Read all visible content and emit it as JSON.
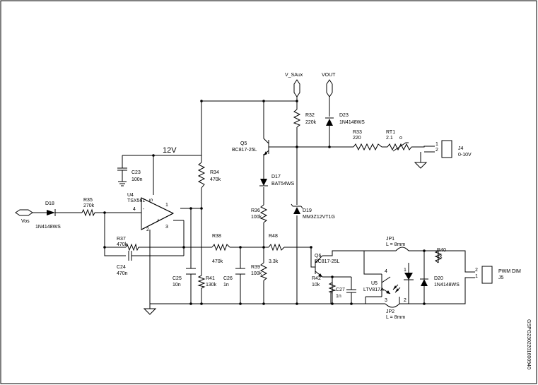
{
  "supply": {
    "v12": "12V",
    "vsaux": "V_SAux",
    "vout": "VOUT"
  },
  "parts": {
    "d18": {
      "ref": "D18",
      "val": "1N4148WS"
    },
    "r35": {
      "ref": "R35",
      "val": "270k"
    },
    "u4": {
      "ref": "U4",
      "val": "TSX561",
      "pin1": "1",
      "pin2": "2",
      "pin3": "3",
      "pin4": "4",
      "pin5": "5"
    },
    "c23": {
      "ref": "C23",
      "val": "100n"
    },
    "r37": {
      "ref": "R37",
      "val": "470k"
    },
    "c24": {
      "ref": "C24",
      "val": "470n"
    },
    "c25": {
      "ref": "C25",
      "val": "10n"
    },
    "r34": {
      "ref": "R34",
      "val": "470k"
    },
    "r38": {
      "ref": "R38",
      "val": "470k"
    },
    "r41": {
      "ref": "R41",
      "val": "130k"
    },
    "c26": {
      "ref": "C26",
      "val": "1n"
    },
    "q5": {
      "ref": "Q5",
      "val": "BC817-25L"
    },
    "d17": {
      "ref": "D17",
      "val": "BAT54WS"
    },
    "r36": {
      "ref": "R36",
      "val": "100k"
    },
    "r39": {
      "ref": "R39",
      "val": "100k"
    },
    "r48": {
      "ref": "R48",
      "val": "3.3k"
    },
    "r32": {
      "ref": "R32",
      "val": "220k"
    },
    "d19": {
      "ref": "D19",
      "val": "MM3Z12VT1G"
    },
    "d23": {
      "ref": "D23",
      "val": "1N4148WS"
    },
    "r33": {
      "ref": "R33",
      "val": "220"
    },
    "rt1": {
      "ref": "RT1",
      "val": "2.1"
    },
    "j4": {
      "ref": "J4",
      "val": "0-10V",
      "pin1": "1",
      "pin2": "2"
    },
    "q6": {
      "ref": "Q6",
      "val": "BC817-25L"
    },
    "r42": {
      "ref": "R42",
      "val": "10k"
    },
    "c27": {
      "ref": "C27",
      "val": "1n"
    },
    "u5": {
      "ref": "U5",
      "val": "LTV817A",
      "pin1": "1",
      "pin2": "2",
      "pin3": "3",
      "pin4": "4"
    },
    "jp1": {
      "ref": "JP1",
      "val": "L = 8mm"
    },
    "jp2": {
      "ref": "JP2",
      "val": "L = 8mm"
    },
    "r40": {
      "ref": "R40",
      "val": "1k"
    },
    "d20": {
      "ref": "D20",
      "val": "1N4148WS"
    },
    "j5": {
      "ref": "J5",
      "val": "PWM DIM",
      "pin1": "1",
      "pin2": "2"
    }
  },
  "labels": {
    "vos": "Vos",
    "rt1_mark": "o"
  },
  "doc_id": "GSPG2302201600940"
}
